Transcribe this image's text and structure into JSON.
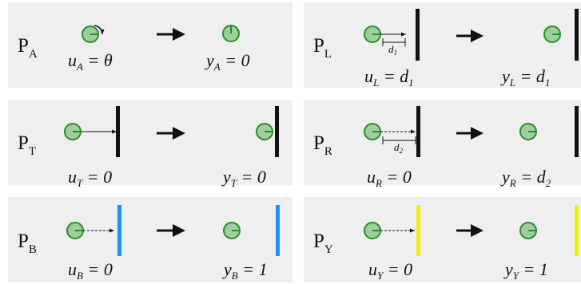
{
  "colors": {
    "panel_bg": "#efefef",
    "ball_fill": "#9fce9d",
    "ball_stroke": "#2f8a2f",
    "wall_black": "#111111",
    "wall_blue": "#1a93ee",
    "wall_yellow": "#f3ee00"
  },
  "panels": {
    "A": {
      "label_main": "P",
      "label_sub": "A",
      "u_var": "u",
      "u_sub": "A",
      "u_val": "θ",
      "y_var": "y",
      "y_sub": "A",
      "y_val": "0"
    },
    "L": {
      "label_main": "P",
      "label_sub": "L",
      "u_var": "u",
      "u_sub": "L",
      "u_val": "d",
      "u_val_sub": "1",
      "y_var": "y",
      "y_sub": "L",
      "y_val": "d",
      "y_val_sub": "1",
      "dist_main": "d",
      "dist_sub": "1"
    },
    "T": {
      "label_main": "P",
      "label_sub": "T",
      "u_var": "u",
      "u_sub": "T",
      "u_val": "0",
      "y_var": "y",
      "y_sub": "T",
      "y_val": "0"
    },
    "R": {
      "label_main": "P",
      "label_sub": "R",
      "u_var": "u",
      "u_sub": "R",
      "u_val": "0",
      "y_var": "y",
      "y_sub": "R",
      "y_val": "d",
      "y_val_sub": "2",
      "dist_main": "d",
      "dist_sub": "2"
    },
    "B": {
      "label_main": "P",
      "label_sub": "B",
      "u_var": "u",
      "u_sub": "B",
      "u_val": "0",
      "y_var": "y",
      "y_sub": "B",
      "y_val": "1"
    },
    "Y": {
      "label_main": "P",
      "label_sub": "Y",
      "u_var": "u",
      "u_sub": "Y",
      "u_val": "0",
      "y_var": "y",
      "y_sub": "Y",
      "y_val": "1"
    }
  }
}
